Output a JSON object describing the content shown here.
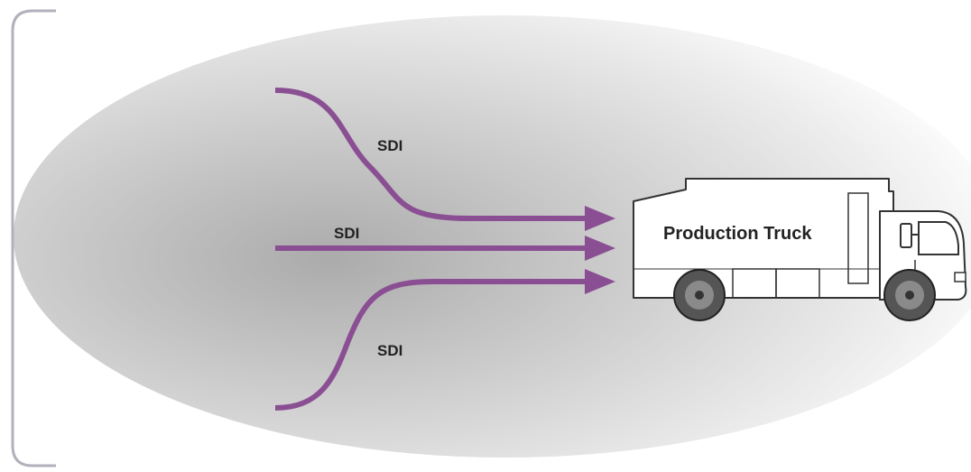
{
  "colors": {
    "cable": "#8a4f93",
    "bracket": "#b3b0bc",
    "truck_outline": "#333333",
    "truck_fill": "#ffffff",
    "camera_body": "#2b2b2b",
    "camera_accent": "#8b3f9a"
  },
  "icons": {
    "camera": "video-camera-icon",
    "truck": "production-truck-icon"
  },
  "connections": [
    {
      "label": "SDI"
    },
    {
      "label": "SDI"
    },
    {
      "label": "SDI"
    }
  ],
  "truck": {
    "label": "Production Truck"
  }
}
